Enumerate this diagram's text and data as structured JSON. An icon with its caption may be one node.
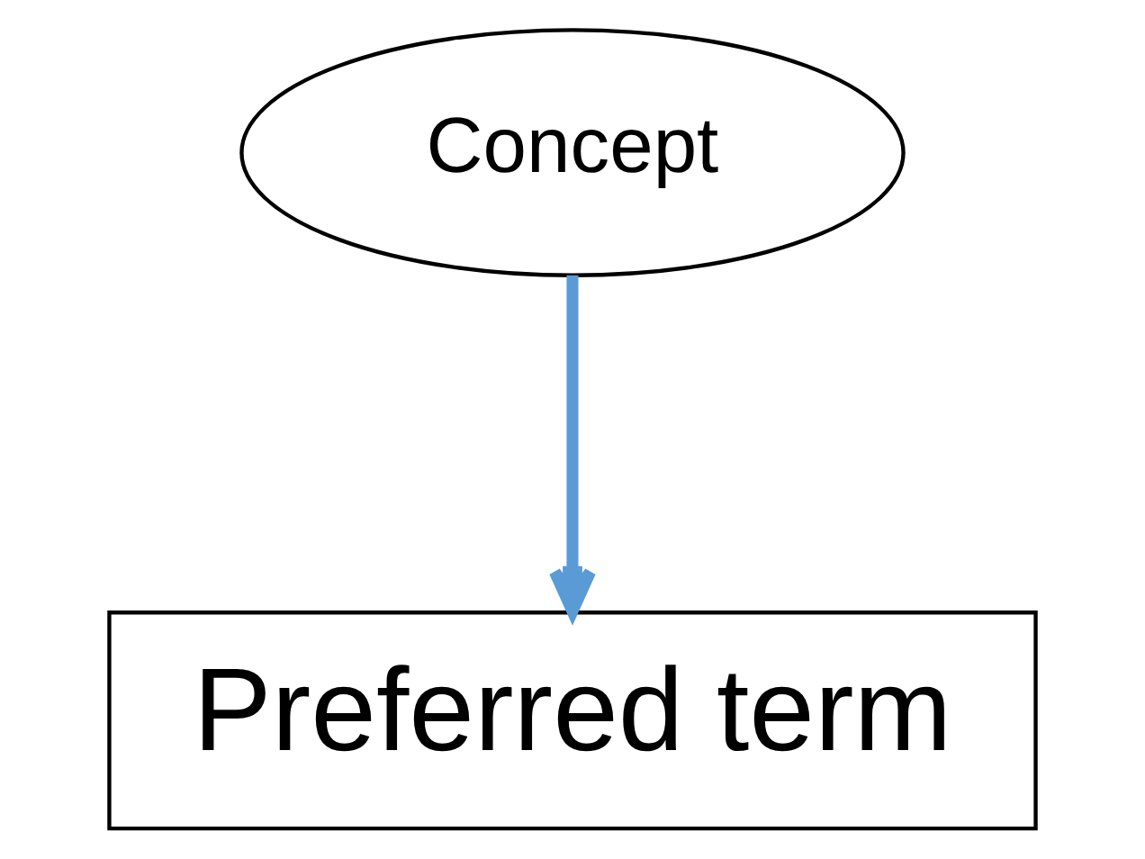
{
  "diagram": {
    "nodes": [
      {
        "text": [
          "Concept"
        ]
      },
      {
        "text": [
          "Preferred term"
        ]
      }
    ],
    "edges": [
      {
        "from": 0,
        "to": 1,
        "arrow": "to",
        "color": "#5b9bd5"
      }
    ]
  }
}
